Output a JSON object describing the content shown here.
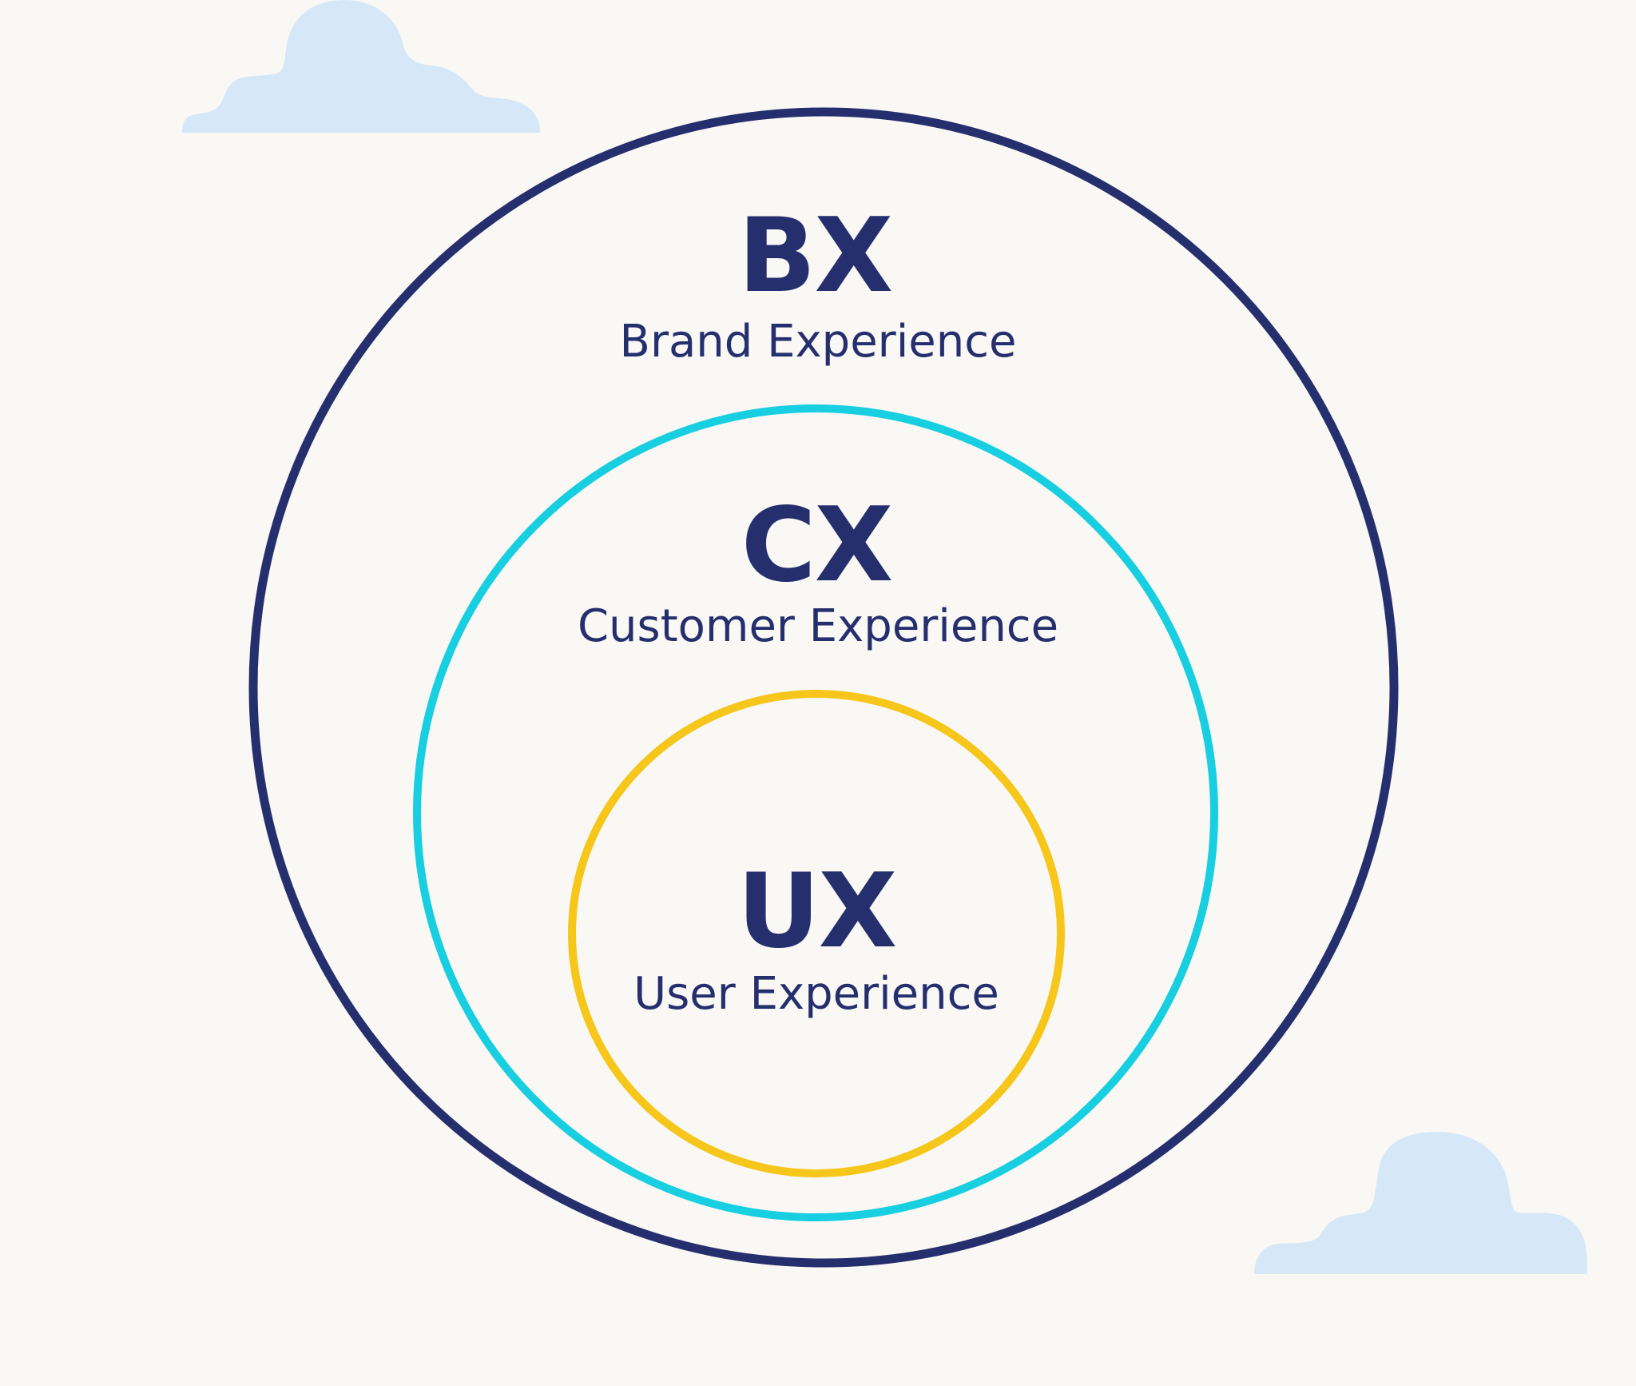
{
  "colors": {
    "background": "#f9f8f5",
    "cloud": "#d6e8f7",
    "text": "#262f6e",
    "outer_ring": "#262f6e",
    "middle_ring": "#17cfe0",
    "inner_ring": "#f7c61b"
  },
  "rings": [
    {
      "id": "bx",
      "abbreviation": "BX",
      "label": "Brand Experience"
    },
    {
      "id": "cx",
      "abbreviation": "CX",
      "label": "Customer Experience"
    },
    {
      "id": "ux",
      "abbreviation": "UX",
      "label": "User Experience"
    }
  ],
  "decorations": [
    "cloud-icon",
    "cloud-icon"
  ]
}
